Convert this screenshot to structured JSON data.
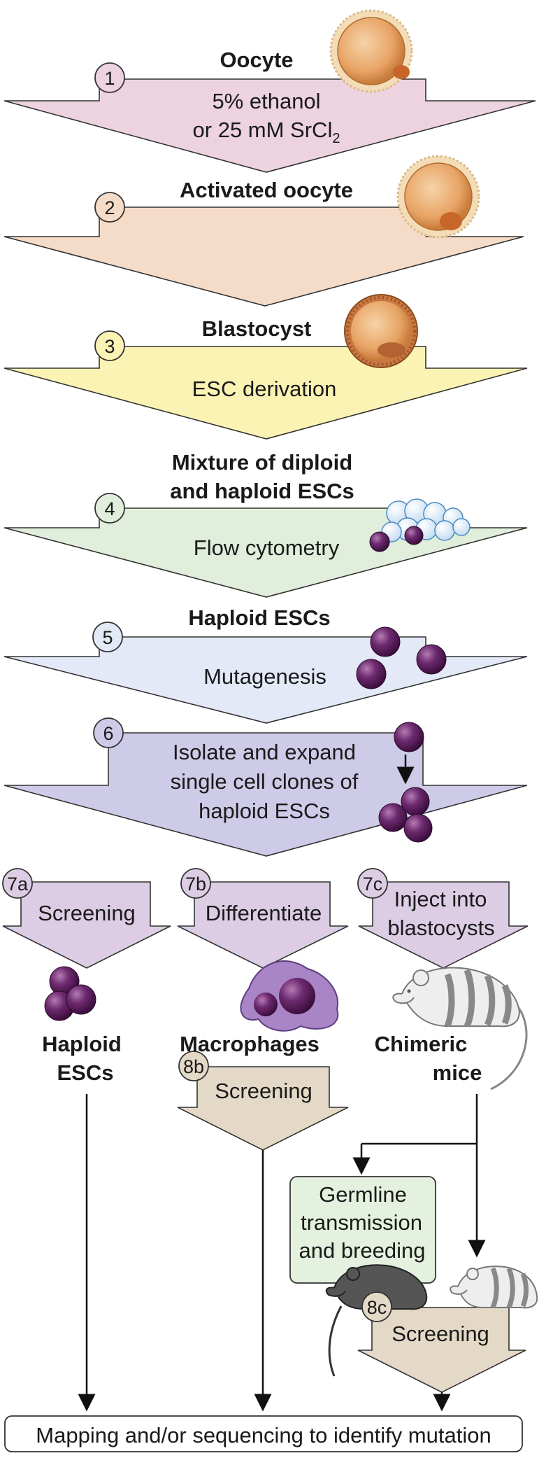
{
  "colors": {
    "step1": "#ecd3df",
    "step2": "#f4dcc9",
    "step3": "#fbf3b3",
    "step4": "#e0eedb",
    "step5": "#e3e9f6",
    "step6": "#cdcbe7",
    "step7": "#dccde4",
    "step8": "#e3d9c6",
    "germline_box": "#e5f1df",
    "cell_purple": "#5a1a5c",
    "oocyte_orange": "#e8a466"
  },
  "steps": [
    {
      "num": "1",
      "title": "Oocyte",
      "lines": [
        "5% ethanol",
        "or 25 mM SrCl"
      ],
      "subscript": "2"
    },
    {
      "num": "2",
      "title": "Activated oocyte",
      "lines": []
    },
    {
      "num": "3",
      "title": "Blastocyst",
      "lines": [
        "ESC derivation"
      ]
    },
    {
      "num": "4",
      "title_lines": [
        "Mixture of diploid",
        "and haploid ESCs"
      ],
      "lines": [
        "Flow cytometry"
      ]
    },
    {
      "num": "5",
      "title": "Haploid ESCs",
      "lines": [
        "Mutagenesis"
      ]
    },
    {
      "num": "6",
      "lines": [
        "Isolate and expand",
        "single cell clones of",
        "haploid ESCs"
      ]
    }
  ],
  "branches": [
    {
      "num": "7a",
      "lines": [
        "Screening"
      ],
      "result_lines": [
        "Haploid",
        "ESCs"
      ]
    },
    {
      "num": "7b",
      "lines": [
        "Differentiate"
      ],
      "result_lines": [
        "Macrophages"
      ]
    },
    {
      "num": "7c",
      "lines": [
        "Inject into",
        "blastocysts"
      ],
      "result_lines": [
        "Chimeric",
        "mice"
      ]
    }
  ],
  "step8b": {
    "num": "8b",
    "label": "Screening"
  },
  "germline": {
    "lines": [
      "Germline",
      "transmission",
      "and breeding"
    ]
  },
  "step8c": {
    "num": "8c",
    "label": "Screening"
  },
  "final": {
    "label": "Mapping and/or sequencing to identify mutation"
  }
}
